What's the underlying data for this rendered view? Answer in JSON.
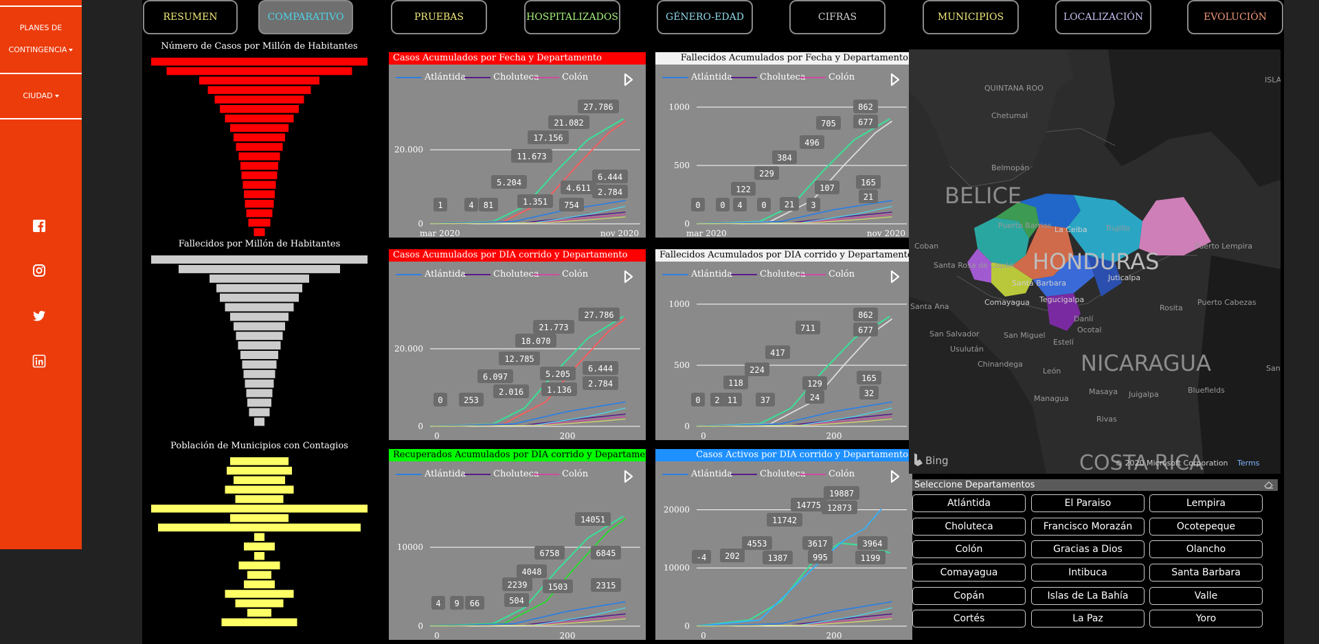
{
  "sidebar": {
    "menu1_line1": "PLANES DE",
    "menu1_line2": "CONTINGENCIA",
    "menu2": "CIUDAD",
    "social": [
      "facebook",
      "instagram",
      "twitter",
      "linkedin"
    ],
    "color": "#ec3c0c"
  },
  "tabs": [
    {
      "label": "RESUMEN",
      "color": "#f2ea7a",
      "active": false
    },
    {
      "label": "COMPARATIVO",
      "color": "#4fd3e6",
      "active": true
    },
    {
      "label": "PRUEBAS",
      "color": "#f2ea7a",
      "active": false
    },
    {
      "label": "HOSPITALIZADOS",
      "color": "#a6f07a",
      "active": false
    },
    {
      "label": "GÉNERO-EDAD",
      "color": "#8fd8ea",
      "active": false
    },
    {
      "label": "CIFRAS",
      "color": "#cfcfcf",
      "active": false
    },
    {
      "label": "MUNICIPIOS",
      "color": "#f2ea7a",
      "active": false
    },
    {
      "label": "LOCALIZACIÓN",
      "color": "#c6c0f0",
      "active": false
    },
    {
      "label": "EVOLUCIÓN",
      "color": "#f39a7a",
      "active": false
    }
  ],
  "rankings": {
    "cases": {
      "title": "Número de Casos por Millón de Habitantes",
      "color": "#ff0000",
      "values": [
        315,
        270,
        175,
        150,
        130,
        115,
        100,
        85,
        75,
        68,
        60,
        55,
        52,
        48,
        45,
        42,
        38,
        32,
        16
      ]
    },
    "deaths": {
      "title": "Fallecidos por Millón de Habitantes",
      "color": "#cccccc",
      "values": [
        315,
        235,
        145,
        125,
        115,
        100,
        85,
        75,
        68,
        62,
        55,
        50,
        46,
        42,
        38,
        35,
        30,
        15
      ]
    },
    "towns": {
      "title": "Población de Municipios con Contagios",
      "color": "#ffff66",
      "values": [
        85,
        95,
        75,
        100,
        70,
        315,
        85,
        295,
        15,
        45,
        15,
        60,
        35,
        45,
        100,
        70,
        35,
        110
      ]
    }
  },
  "legend": [
    "Atlántida",
    "Choluteca",
    "Colón"
  ],
  "legend_colors": [
    "#2f7fe0",
    "#5a1a8a",
    "#d04aa0"
  ],
  "panels": [
    {
      "title": "Casos Acumulados por Fecha y Departamento",
      "head_bg": "#ff0000",
      "head_color": "#ffffff",
      "align": "left",
      "x_type": "date",
      "x_start": "mar 2020",
      "x_end": "nov 2020",
      "yticks": [
        "20.000"
      ],
      "ylim": [
        0,
        31500
      ],
      "labels": [
        "1",
        "4",
        "81",
        "5.204",
        "11.673",
        "17.156",
        "21.082",
        "27.786",
        "1.351",
        "754",
        "4.611",
        "6.444",
        "2.784"
      ]
    },
    {
      "title": "Fallecidos Acumulados por Fecha y Departamento",
      "head_bg": "#f2f2f2",
      "head_color": "#000000",
      "align": "right",
      "x_type": "date",
      "x_start": "mar 2020",
      "x_end": "nov 2020",
      "yticks": [
        "1000",
        "500"
      ],
      "ylim": [
        0,
        1000
      ],
      "labels": [
        "0",
        "0",
        "4",
        "0",
        "122",
        "229",
        "21",
        "384",
        "496",
        "705",
        "862",
        "677",
        "3",
        "107",
        "165",
        "21"
      ]
    },
    {
      "title": "Casos Acumulados por DIA corrido y Departamento",
      "head_bg": "#ff0000",
      "head_color": "#ffffff",
      "align": "left",
      "x_type": "day",
      "x_start": "0",
      "x_mid": "200",
      "yticks": [
        "20.000"
      ],
      "ylim": [
        0,
        31500
      ],
      "labels": [
        "0",
        "253",
        "6.097",
        "2.016",
        "12.785",
        "18.070",
        "21.773",
        "27.786",
        "5.205",
        "1.136",
        "6.444",
        "2.784"
      ]
    },
    {
      "title": "Fallecidos Acumulados por DIA corrido y Departamento",
      "head_bg": "#f2f2f2",
      "head_color": "#000000",
      "align": "left",
      "x_type": "day",
      "x_start": "0",
      "x_mid": "200",
      "yticks": [
        "1000",
        "500"
      ],
      "ylim": [
        0,
        1000
      ],
      "labels": [
        "0",
        "2",
        "11",
        "118",
        "224",
        "37",
        "417",
        "711",
        "862",
        "677",
        "129",
        "24",
        "165",
        "32"
      ]
    },
    {
      "title": "Recuperados Acumulados por DIA corrido y Departamento",
      "head_bg": "#00ff00",
      "head_color": "#000000",
      "align": "left",
      "x_type": "day",
      "x_start": "0",
      "x_mid": "200",
      "yticks": [
        "10000"
      ],
      "ylim": [
        0,
        15500
      ],
      "labels": [
        "4",
        "9",
        "66",
        "504",
        "2239",
        "4048",
        "6758",
        "14051",
        "1503",
        "6845",
        "2315"
      ]
    },
    {
      "title": "Casos Activos por DIA corrido y Departamento",
      "head_bg": "#1e90ff",
      "head_color": "#ffffff",
      "align": "right",
      "x_type": "day",
      "x_start": "0",
      "x_mid": "200",
      "yticks": [
        "20000",
        "10000"
      ],
      "ylim": [
        0,
        21000
      ],
      "labels": [
        "-4",
        "202",
        "4553",
        "1387",
        "11742",
        "14775",
        "19887",
        "12873",
        "3617",
        "995",
        "3964",
        "1199"
      ]
    }
  ],
  "map": {
    "labels": [
      "QUINTANA ROO",
      "Chetumal",
      "Belmopán",
      "BELICE",
      "Coban",
      "Puerto Barrios",
      "La Ceiba",
      "Trujillo",
      "Puerto Lempira",
      "Santa Rosa de Copán",
      "HONDURAS",
      "Juticalpa",
      "Comayagua",
      "Santa Barbara",
      "Tegucigalpa",
      "Danlí",
      "Ocotal",
      "Puerto Cabezas",
      "Rosita",
      "Santa Ana",
      "San Salvador",
      "San Miguel",
      "Estelí",
      "Usulután",
      "Chinandega",
      "León",
      "NICARAGUA",
      "Managua",
      "Masaya",
      "Juigalpa",
      "Bluefields",
      "Rivas",
      "COSTA RICA",
      "ISLA",
      "San"
    ],
    "provider": "Bing",
    "copyright": "© 2020 Microsoft Corporation",
    "terms": "Terms"
  },
  "departments": {
    "title": "Seleccione Departamentos",
    "items": [
      "Atlántida",
      "El Paraiso",
      "Lempira",
      "Choluteca",
      "Francisco Morazán",
      "Ocotepeque",
      "Colón",
      "Gracias a Dios",
      "Olancho",
      "Comayagua",
      "Intibuca",
      "Santa Barbara",
      "Copán",
      "Islas de La Bahía",
      "Valle",
      "Cortés",
      "La Paz",
      "Yoro"
    ]
  }
}
